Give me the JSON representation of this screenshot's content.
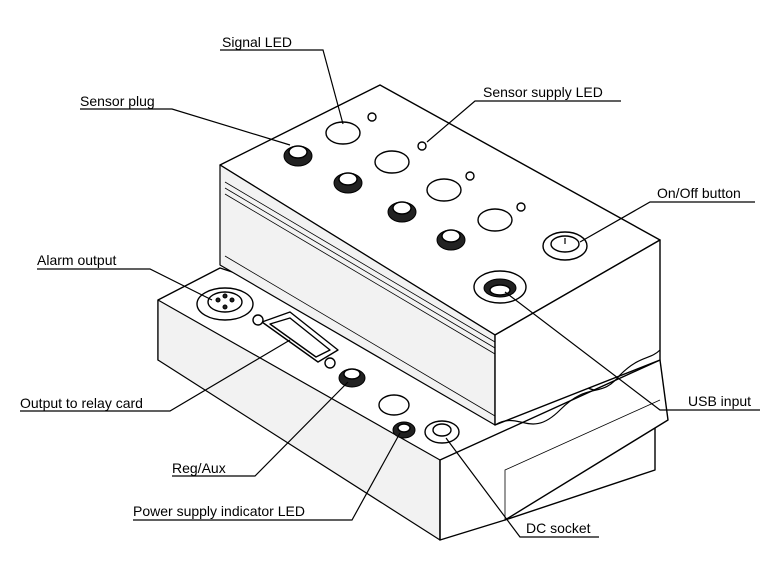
{
  "labels": {
    "signal_led": "Signal LED",
    "sensor_supply_led": "Sensor supply LED",
    "sensor_plug": "Sensor plug",
    "on_off_button": "On/Off button",
    "alarm_output": "Alarm output",
    "output_to_relay_card": "Output to relay card",
    "usb_input": "USB input",
    "reg_aux": "Reg/Aux",
    "power_supply_indicator_led": "Power supply indicator LED",
    "dc_socket": "DC socket"
  }
}
